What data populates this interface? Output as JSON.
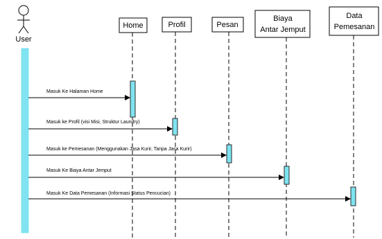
{
  "actor": {
    "label": "User"
  },
  "lifelines": [
    {
      "id": "home",
      "lines": [
        "Home"
      ]
    },
    {
      "id": "profil",
      "lines": [
        "Profil"
      ]
    },
    {
      "id": "pesan",
      "lines": [
        "Pesan"
      ]
    },
    {
      "id": "biaya",
      "lines": [
        "Biaya",
        "Antar Jemput"
      ]
    },
    {
      "id": "data",
      "lines": [
        "Data",
        "Pemesanan"
      ]
    }
  ],
  "messages": [
    {
      "text": "Masuk Ke Halaman Home",
      "target": "home"
    },
    {
      "text": "Masuk ke Profil (visi Misi, Struktur Laundry)",
      "target": "profil"
    },
    {
      "text": "Masuk ke Pemesanan  (Menggunakan Jasa Kurir, Tanpa Jasa Kurir)",
      "target": "pesan"
    },
    {
      "text": "Masuk Ke Biaya Antar Jemput",
      "target": "biaya"
    },
    {
      "text": "Masuk Ke Data Pemesanan (Informasi Status Pencucian)",
      "target": "data"
    }
  ],
  "colors": {
    "activation_fill": "#7fe3f0",
    "activation_stroke": "#2a2a2a",
    "line": "#000000"
  }
}
